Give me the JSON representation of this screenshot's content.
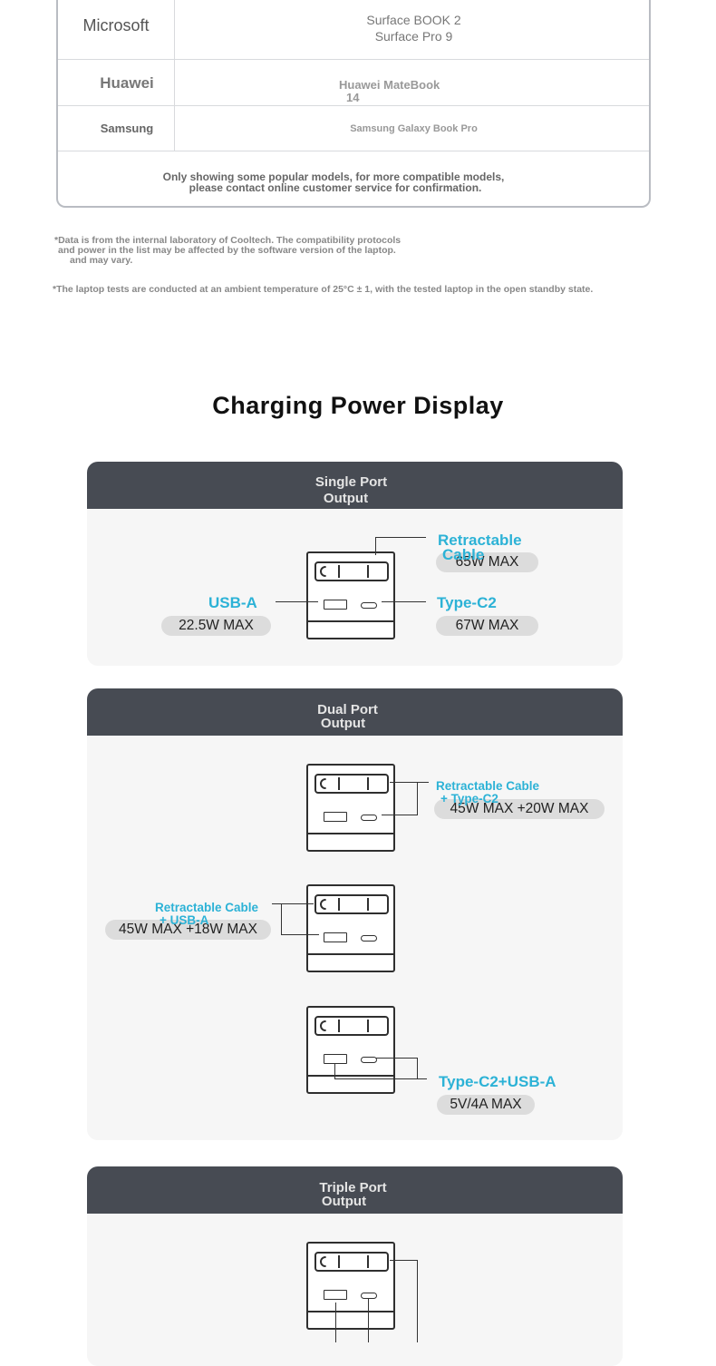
{
  "compat_table": {
    "rows": [
      {
        "brand": "Microsoft",
        "models": [
          "Surface BOOK 2",
          "Surface Pro 9"
        ]
      },
      {
        "brand": "Huawei",
        "models": [
          "Huawei MateBook",
          "14"
        ]
      },
      {
        "brand": "Samsung",
        "models": [
          "Samsung Galaxy Book Pro"
        ]
      }
    ],
    "note_line1": "Only showing some popular models, for more compatible models,",
    "note_line2": "please contact online customer service for confirmation."
  },
  "footnotes": {
    "note1_line1": "*Data is from the internal laboratory of Cooltech. The compatibility protocols",
    "note1_line2": "and power in the list may be affected by the software version of the laptop.",
    "note1_line3": "and may vary.",
    "note2": "*The laptop tests are conducted at an ambient temperature of 25°C ± 1, with the tested laptop in the open standby state."
  },
  "section_title": "Charging Power Display",
  "single_port": {
    "heading_line1": "Single Port",
    "heading_line2": "Output",
    "cable_label_line1": "Retractable",
    "cable_label_line2": "Cable",
    "cable_power": "65W MAX",
    "usba_label": "USB-A",
    "usba_power": "22.5W MAX",
    "typec_label": "Type-C2",
    "typec_power": "67W MAX"
  },
  "dual_port": {
    "heading_line1": "Dual Port",
    "heading_line2": "Output",
    "combo1_label_line1": "Retractable Cable",
    "combo1_label_line2": "+ Type-C2",
    "combo1_power": "45W MAX +20W MAX",
    "combo2_label_line1": "Retractable Cable",
    "combo2_label_line2": "+ USB-A",
    "combo2_power": "45W MAX +18W MAX",
    "combo3_label": "Type-C2+USB-A",
    "combo3_power": "5V/4A MAX"
  },
  "triple_port": {
    "heading_line1": "Triple Port",
    "heading_line2": "Output"
  }
}
